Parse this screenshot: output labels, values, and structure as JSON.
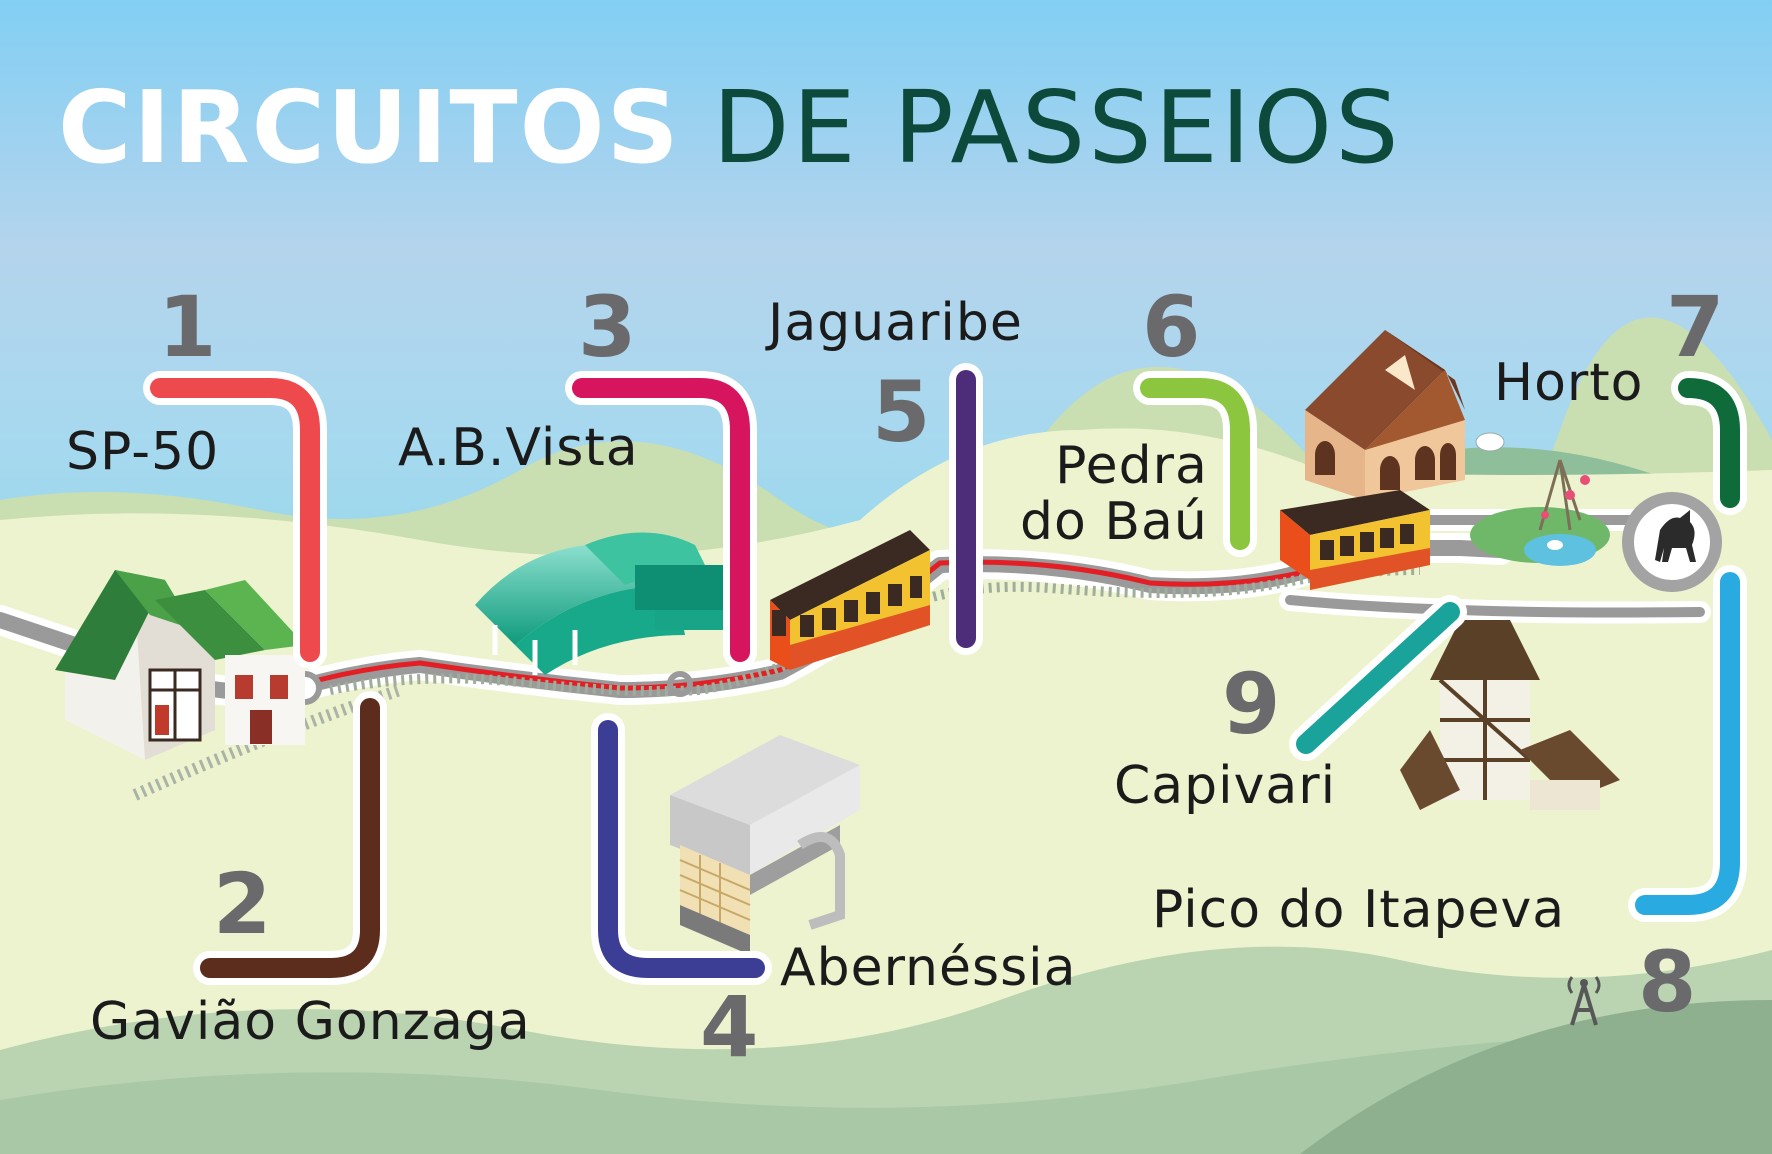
{
  "title": {
    "bold": "CIRCUITOS",
    "light": "DE PASSEIOS"
  },
  "circuits": [
    {
      "number": "1",
      "name": "SP-50",
      "color": "#ee4a4e"
    },
    {
      "number": "2",
      "name": "Gavião Gonzaga",
      "color": "#5c2c1d"
    },
    {
      "number": "3",
      "name": "A.B.Vista",
      "color": "#d6155e"
    },
    {
      "number": "4",
      "name": "Abernéssia",
      "color": "#3c3d94"
    },
    {
      "number": "5",
      "name": "Jaguaribe",
      "color": "#4d2c7a"
    },
    {
      "number": "6",
      "name": "Pedra\ndo Baú",
      "color": "#8cc63f"
    },
    {
      "number": "7",
      "name": "Horto",
      "color": "#0f6b3a"
    },
    {
      "number": "8",
      "name": "Pico do Itapeva",
      "color": "#29abe2"
    },
    {
      "number": "9",
      "name": "Capivari",
      "color": "#1aa39b"
    }
  ],
  "icons": [
    "chalet-icon",
    "station-icon",
    "tram-icon",
    "building-icon",
    "house-icon",
    "park-icon",
    "horse-icon",
    "clock-tower-icon",
    "antenna-icon",
    "railway-track-icon"
  ]
}
